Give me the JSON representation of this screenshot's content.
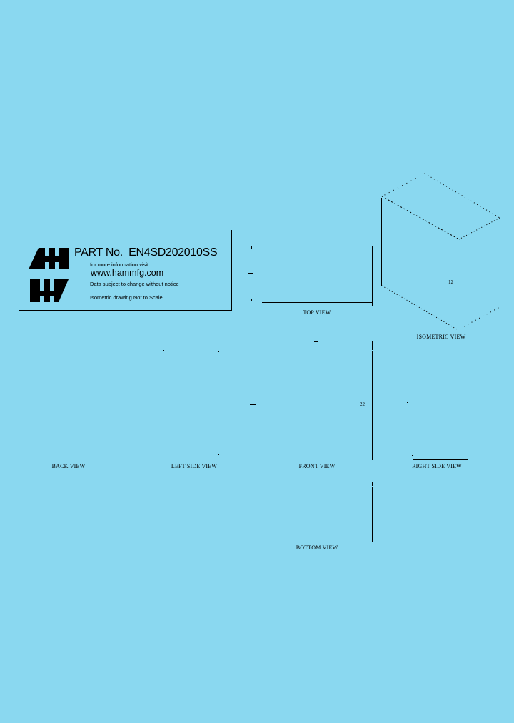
{
  "title_block": {
    "logo": "hmw-logo",
    "part_no_label": "PART No.",
    "part_number": "EN4SD202010SS",
    "info_text": "for more information visit",
    "url": "www.hammfg.com",
    "disclaimer": "Data subject to change without notice",
    "scale_note": "Isometric drawing Not to Scale"
  },
  "views": {
    "top": "TOP VIEW",
    "isometric": "ISOMETRIC VIEW",
    "back": "BACK VIEW",
    "left_side": "LEFT SIDE VIEW",
    "front": "FRONT VIEW",
    "right_side": "RIGHT SIDE VIEW",
    "bottom": "BOTTOM VIEW"
  },
  "annotations": {
    "isometric_mark": "12",
    "front_mark": "22"
  },
  "colors": {
    "background": "#8ad8f0",
    "ink": "#000000"
  }
}
